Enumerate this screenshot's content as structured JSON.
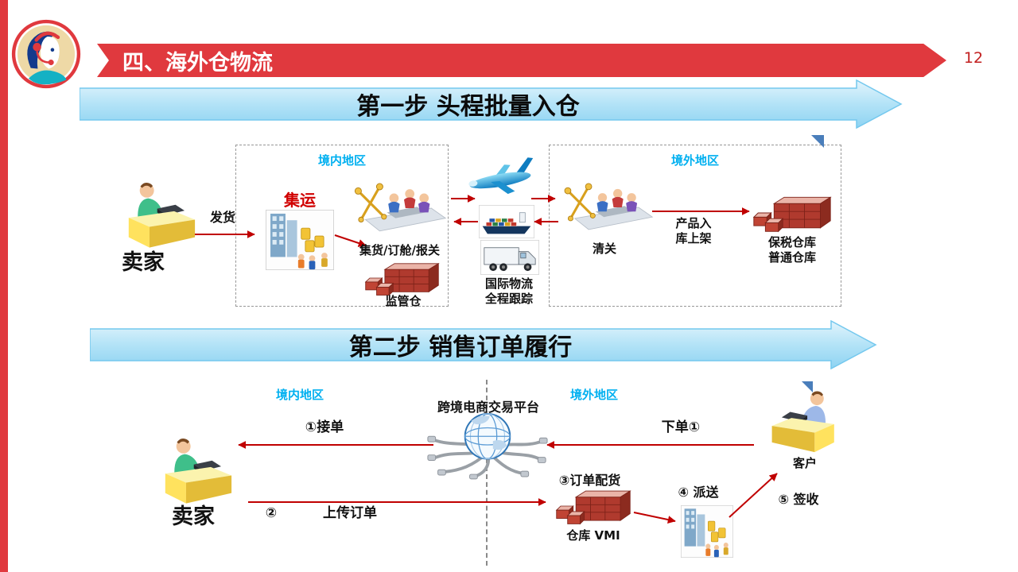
{
  "colors": {
    "accent_red": "#e0393e",
    "flow_arrow_red": "#c00000",
    "region_cyan": "#00b0f0",
    "step_banner_blue": "#b3e3f7",
    "consolidation_red": "#d00000"
  },
  "icons": [
    "avatar-logo",
    "person-at-desk",
    "warehouse-photo",
    "customs-checkpoint-icon",
    "airplane-icon",
    "cargo-ship-icon",
    "truck-icon",
    "red-warehouse-icon",
    "globe-platform-icon",
    "corner-flag-icon",
    "red-flow-arrow"
  ],
  "header": {
    "title": "四、海外仓物流",
    "page_number": "12"
  },
  "step1": {
    "banner": "第一步 头程批量入仓",
    "domestic_label": "境内地区",
    "overseas_label": "境外地区",
    "seller": "卖家",
    "ship_goods": "发货",
    "consolidation": "集运",
    "collect_book_declare": "集货/订舱/报关",
    "supervision_warehouse": "监管仓",
    "intl_logistics_line1": "国际物流",
    "intl_logistics_line2": "全程跟踪",
    "customs_clearance": "清关",
    "inbound_line1": "产品入",
    "inbound_line2": "库上架",
    "bonded_warehouse": "保税仓库",
    "ordinary_warehouse": "普通仓库"
  },
  "step2": {
    "banner": "第二步 销售订单履行",
    "domestic_label": "境内地区",
    "overseas_label": "境外地区",
    "platform": "跨境电商交易平台",
    "seller": "卖家",
    "accept_order": "①接单",
    "place_order": "下单①",
    "upload_num": "②",
    "upload_order": "上传订单",
    "order_allocation": "③订单配货",
    "vmi_warehouse": "仓库 VMI",
    "delivery": "④ 派送",
    "sign_receipt": "⑤ 签收",
    "customer": "客户"
  }
}
